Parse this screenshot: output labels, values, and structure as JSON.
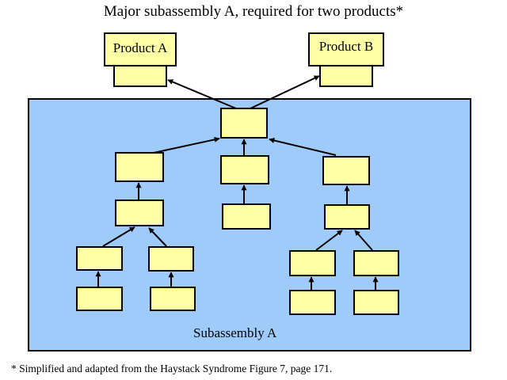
{
  "diagram": {
    "title": "Major subassembly A, required for two products*",
    "footnote": "* Simplified and adapted from the Haystack Syndrome Figure 7, page 171.",
    "subassembly_label": "Subassembly A",
    "products": [
      {
        "id": "product-a",
        "label": "Product A"
      },
      {
        "id": "product-b",
        "label": "Product B"
      }
    ],
    "links": [
      [
        "root",
        "product-a"
      ],
      [
        "root",
        "product-b"
      ],
      [
        "left-1",
        "root"
      ],
      [
        "mid-1",
        "root"
      ],
      [
        "right-1",
        "root"
      ],
      [
        "left-2",
        "left-1"
      ],
      [
        "mid-2",
        "mid-1"
      ],
      [
        "right-2",
        "right-1"
      ],
      [
        "left-3a",
        "left-2"
      ],
      [
        "left-3b",
        "left-2"
      ],
      [
        "right-3a",
        "right-2"
      ],
      [
        "right-3b",
        "right-2"
      ],
      [
        "left-4a",
        "left-3a"
      ],
      [
        "left-4b",
        "left-3b"
      ],
      [
        "right-4a",
        "right-3a"
      ],
      [
        "right-4b",
        "right-3b"
      ]
    ],
    "colors": {
      "box_fill": "#ffffa6",
      "subassembly_fill": "#9fcbfa",
      "stroke": "#000000"
    }
  }
}
